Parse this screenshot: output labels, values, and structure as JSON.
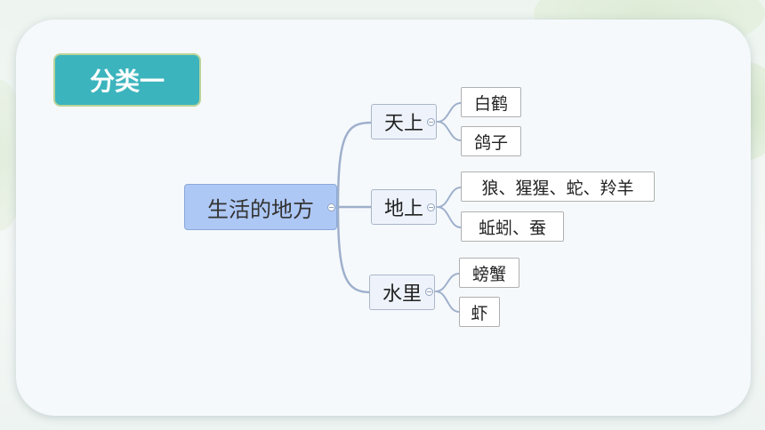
{
  "badge": {
    "label": "分类一"
  },
  "mindmap": {
    "root": "生活的地方",
    "branches": [
      {
        "label": "天上",
        "children": [
          "白鹤",
          "鸽子"
        ]
      },
      {
        "label": "地上",
        "children": [
          "狼、猩猩、蛇、羚羊",
          "蚯蚓、蚕"
        ]
      },
      {
        "label": "水里",
        "children": [
          "螃蟹",
          "虾"
        ]
      }
    ]
  },
  "colors": {
    "badge_bg": "#3cb4bd",
    "root_bg": "#aec8f6",
    "branch_line": "#9fb0cc"
  }
}
